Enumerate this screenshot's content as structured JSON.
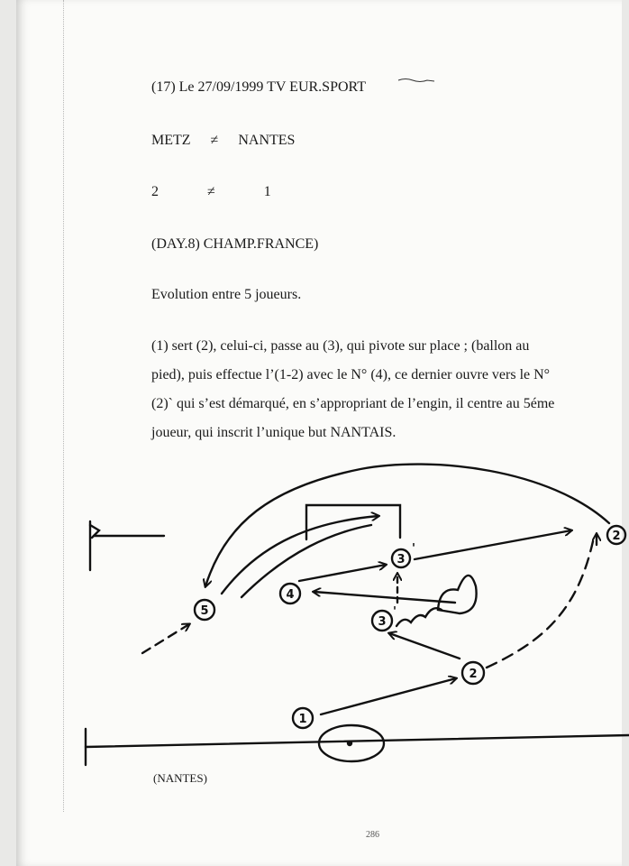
{
  "header": {
    "match_line": "(17) Le 27/09/1999 TV EUR.SPORT",
    "teams": {
      "home": "METZ",
      "sep": "≠",
      "away": "NANTES"
    },
    "score": {
      "home": "2",
      "sep": "≠",
      "away": "1"
    },
    "competition": "(DAY.8) CHAMP.FRANCE)"
  },
  "subtitle": "Evolution entre 5 joueurs.",
  "description_lines": [
    "(1) sert (2), celui-ci, passe au (3), qui pivote sur place ; (ballon au",
    "pied), puis effectue l’(1-2) avec le N° (4), ce dernier ouvre vers le N°",
    "(2)` qui s’est démarqué, en s’appropriant de l’engin, il centre au 5éme",
    "joueur, qui inscrit l’unique but NANTAIS."
  ],
  "diagram": {
    "players": {
      "p1": "1",
      "p2": "2",
      "p2_prime": "2",
      "p3": "3",
      "p3_prime": "3",
      "p4": "4",
      "p5": "5"
    },
    "prime_mark": "'"
  },
  "caption": "(NANTES)",
  "page_number": "286"
}
